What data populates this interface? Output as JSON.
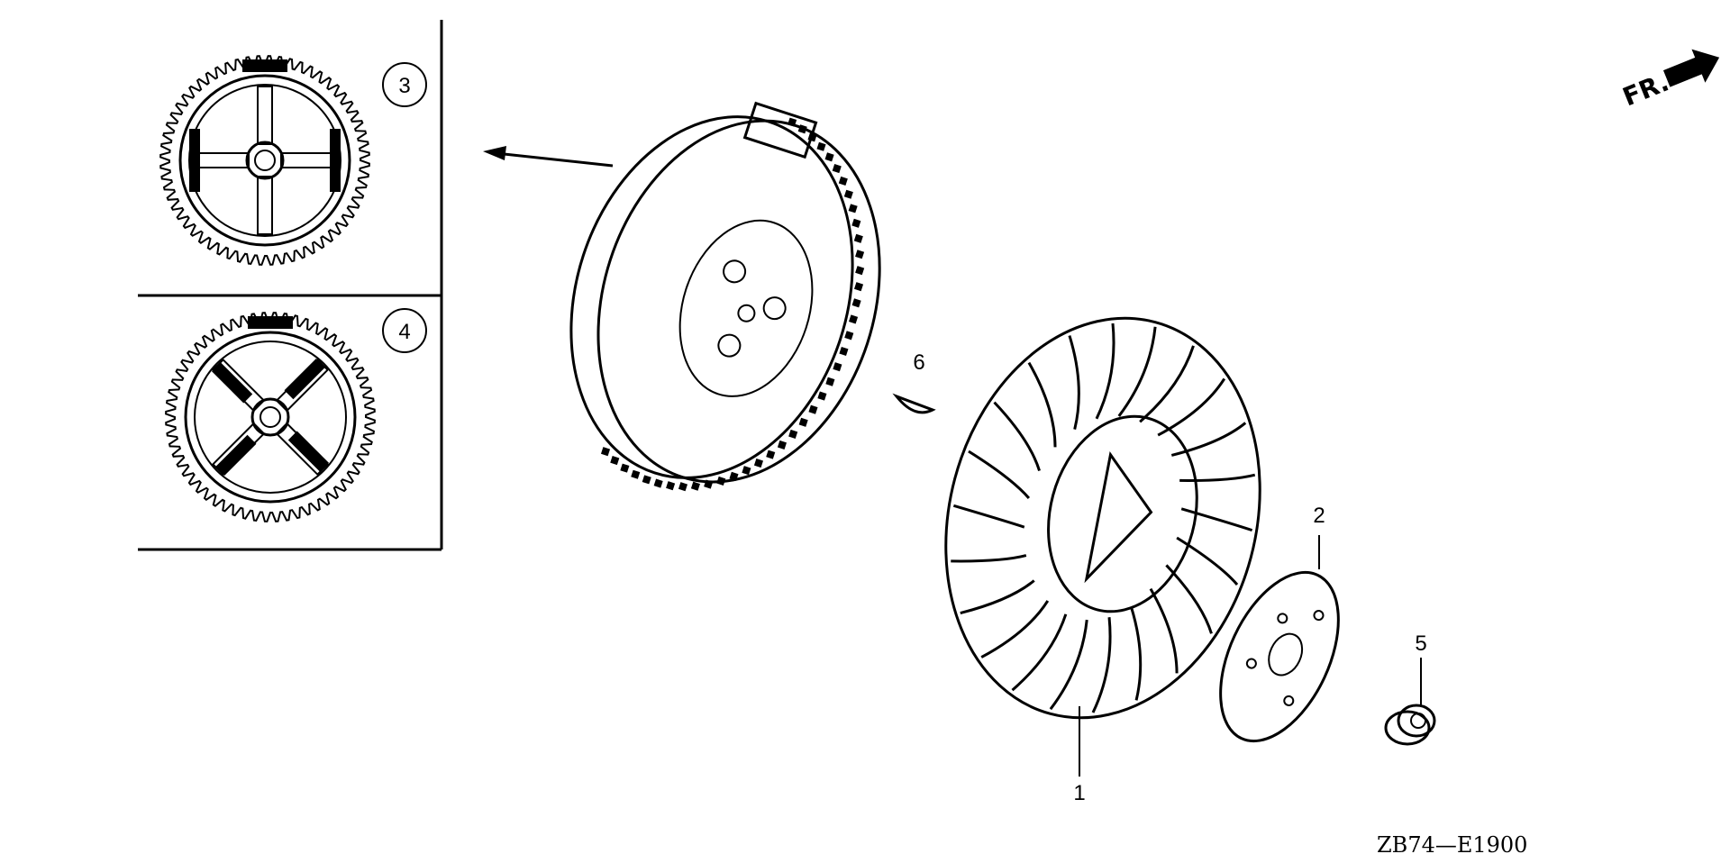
{
  "diagram": {
    "code": "ZB74—E1900",
    "front_indicator": "FR.",
    "callouts": {
      "p1": "1",
      "p2": "2",
      "p3": "3",
      "p4": "4",
      "p5": "5",
      "p6": "6"
    }
  }
}
